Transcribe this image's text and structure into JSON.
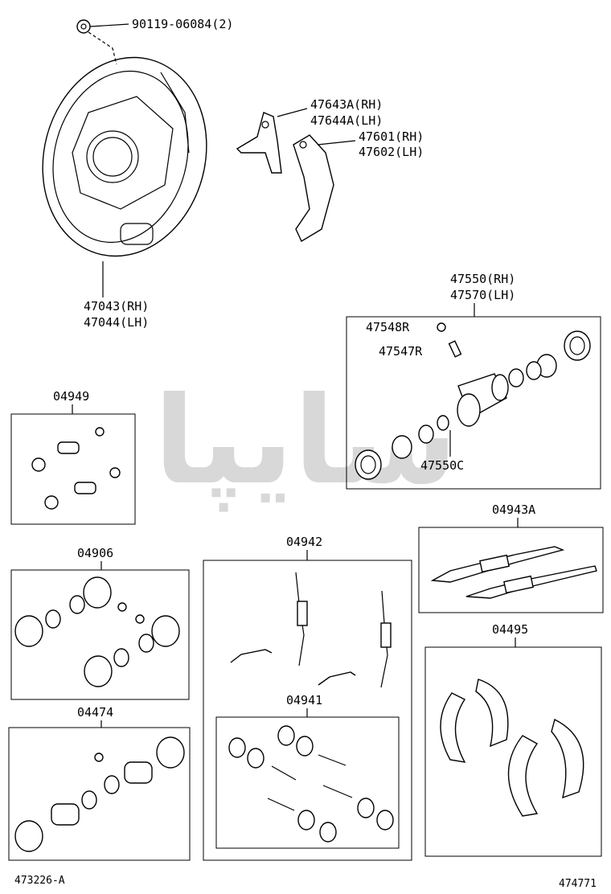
{
  "watermark": {
    "text": "سایپا"
  },
  "labels": {
    "bolt": "90119-06084(2)",
    "plate_rh": "47043(RH)",
    "plate_lh": "47044(LH)",
    "lever_a_rh": "47643A(RH)",
    "lever_a_lh": "47644A(LH)",
    "lever_b_rh": "47601(RH)",
    "lever_b_lh": "47602(LH)",
    "cyl_rh": "47550(RH)",
    "cyl_lh": "47570(LH)",
    "cap": "47548R",
    "bleeder": "47547R",
    "seal": "47550C",
    "kit_04949": "04949",
    "kit_04906": "04906",
    "kit_04474": "04474",
    "kit_04942": "04942",
    "kit_04941": "04941",
    "kit_04943a": "04943A",
    "kit_04495": "04495",
    "foot_left": "473226-A",
    "foot_right": "474771"
  }
}
